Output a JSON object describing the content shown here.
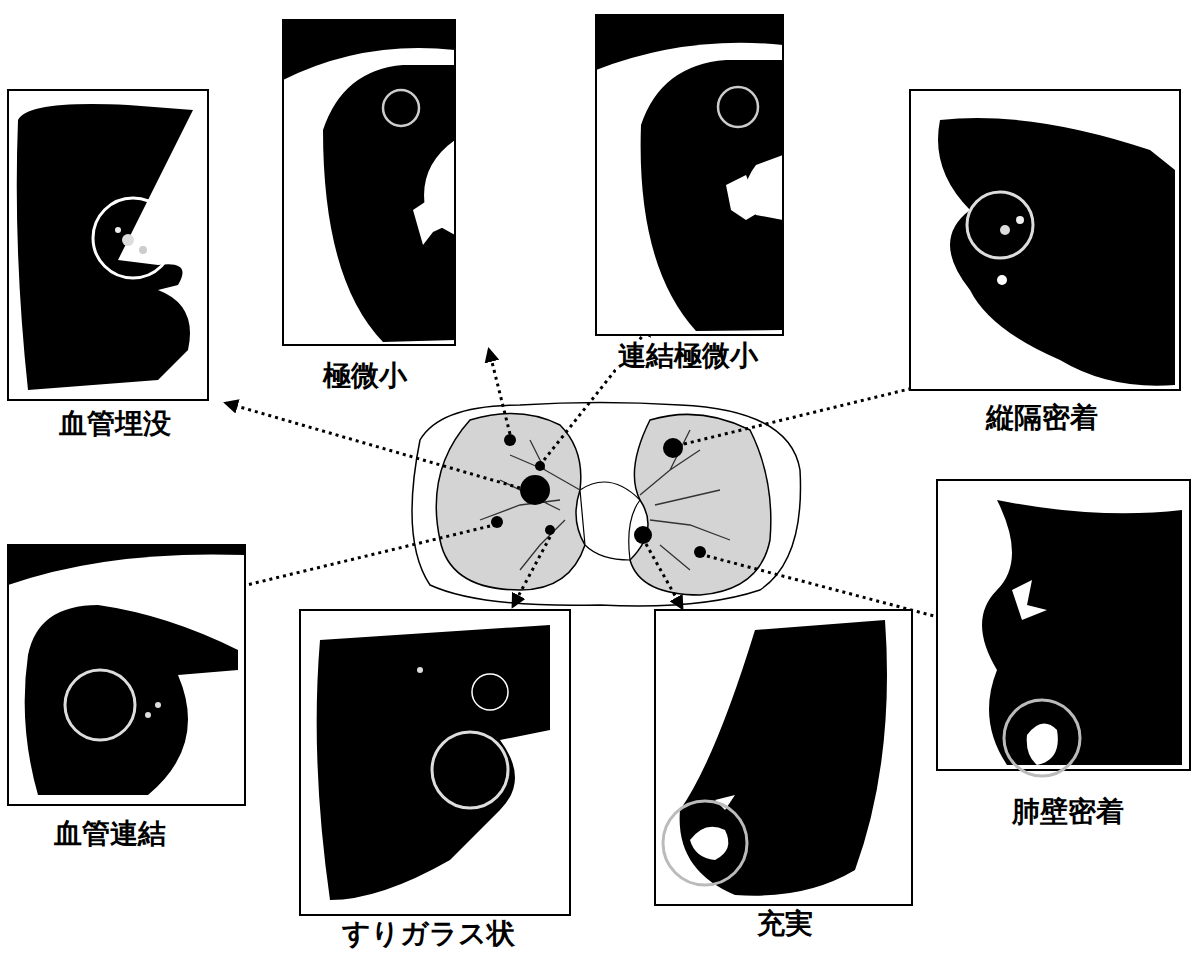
{
  "diagram": {
    "nodes": [
      {
        "text": [
          "血管埋没"
        ]
      },
      {
        "text": [
          "極微小"
        ]
      },
      {
        "text": [
          "連結極微小"
        ]
      },
      {
        "text": [
          "縦隔密着"
        ]
      },
      {
        "text": [
          "血管連結"
        ]
      },
      {
        "text": [
          "すりガラス状"
        ]
      },
      {
        "text": [
          "充実"
        ]
      },
      {
        "text": [
          "肺壁密着"
        ]
      }
    ]
  }
}
